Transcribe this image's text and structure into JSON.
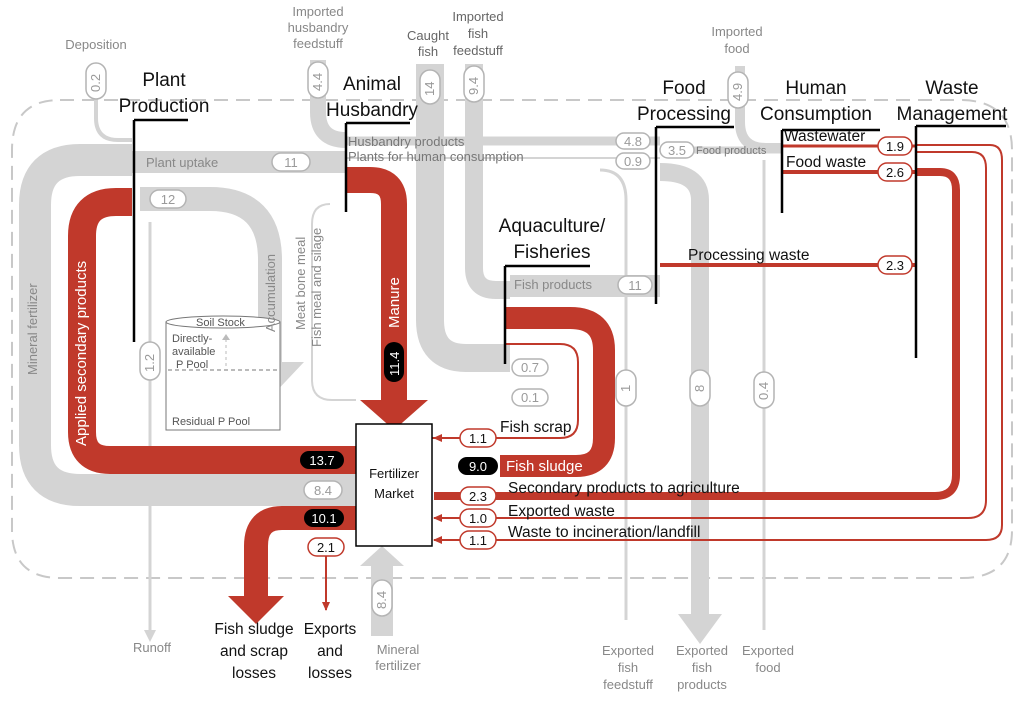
{
  "sections": {
    "plant_production": [
      "Plant",
      "Production"
    ],
    "animal_husbandry": [
      "Animal",
      "Husbandry"
    ],
    "food_processing": [
      "Food",
      "Processing"
    ],
    "human_consumption": [
      "Human",
      "Consumption"
    ],
    "waste_management": [
      "Waste",
      "Management"
    ],
    "aquaculture": [
      "Aquaculture/",
      "Fisheries"
    ],
    "fertilizer_market": [
      "Fertilizer",
      "Market"
    ]
  },
  "external_inputs": {
    "deposition": {
      "label": "Deposition",
      "value": "0.2"
    },
    "imported_husbandry_feedstuff": {
      "label": [
        "Imported",
        "husbandry",
        "feedstuff"
      ],
      "value": "4.4"
    },
    "caught_fish": {
      "label": [
        "Caught",
        "fish"
      ],
      "value": "14"
    },
    "imported_fish_feedstuff": {
      "label": [
        "Imported",
        "fish",
        "feedstuff"
      ],
      "value": "9.4"
    },
    "imported_food": {
      "label": [
        "Imported",
        "food"
      ],
      "value": "4.9"
    },
    "mineral_fertilizer": {
      "label": [
        "Mineral",
        "fertilizer"
      ],
      "value": "8.4"
    }
  },
  "internal_flows": {
    "husbandry_products": {
      "label": "Husbandry products",
      "value": "4.8"
    },
    "plants_for_human_consumption": {
      "label": "Plants for human consumption",
      "value": "0.9"
    },
    "food_products": {
      "label": "Food products",
      "value": "3.5"
    },
    "plant_uptake": {
      "label": "Plant uptake",
      "value": "11"
    },
    "accumulation": {
      "label": "Accumulation",
      "value": "12"
    },
    "mineral_fertilizer_flow": {
      "label": "Mineral fertilizer",
      "value": "8.4"
    },
    "runoff_flow": {
      "value": "1.2"
    },
    "applied_secondary_products": {
      "label": "Applied secondary products",
      "value": "13.7"
    },
    "meat_bone_meal": {
      "label": "Meat bone meal"
    },
    "fish_meal_silage": {
      "label": "Fish meal and silage"
    },
    "manure": {
      "label": "Manure",
      "value": "11.4"
    },
    "fish_products": {
      "label": "Fish products",
      "value": "11"
    },
    "aqua_small_1": "0.7",
    "aqua_small_2": "0.1",
    "processing_waste": {
      "label": "Processing waste",
      "value": "2.3"
    },
    "wastewater": {
      "label": "Wastewater",
      "value": "1.9"
    },
    "food_waste": {
      "label": "Food waste",
      "value": "2.6"
    },
    "fish_scrap": {
      "label": "Fish scrap",
      "value": "1.1"
    },
    "fish_sludge": {
      "label": "Fish sludge",
      "value": "9.0"
    },
    "secondary_products_to_agriculture": {
      "label": "Secondary products to agriculture",
      "value": "2.3"
    },
    "exported_waste": {
      "label": "Exported waste",
      "value": "1.0"
    },
    "waste_to_incineration": {
      "label": "Waste to incineration/landfill",
      "value": "1.1"
    },
    "fish_sludge_losses_value": "10.1",
    "exports_losses_value": "2.1",
    "exported_fish_feedstuff_value": "1",
    "exported_fish_products_value": "8",
    "exported_food_value": "0.4"
  },
  "soil": {
    "soil_stock": "Soil Stock",
    "directly_available": [
      "Directly-",
      "available",
      "P Pool"
    ],
    "residual": "Residual P Pool"
  },
  "outputs": {
    "runoff": "Runoff",
    "fish_sludge_scrap_losses": [
      "Fish sludge",
      "and scrap",
      "losses"
    ],
    "exports_and_losses": [
      "Exports",
      "and",
      "losses"
    ],
    "exported_fish_feedstuff": [
      "Exported",
      "fish",
      "feedstuff"
    ],
    "exported_fish_products": [
      "Exported",
      "fish",
      "products"
    ],
    "exported_food": [
      "Exported",
      "food"
    ]
  },
  "colors": {
    "grey_flow": "#d4d4d4",
    "red_flow": "#c0392b",
    "boundary": "#c8c8c8"
  }
}
